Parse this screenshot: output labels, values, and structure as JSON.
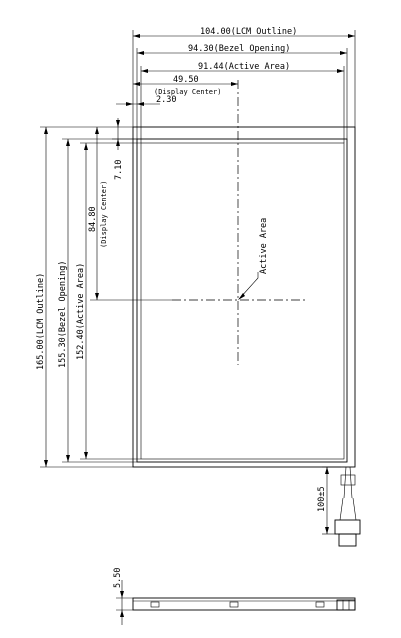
{
  "dimensions": {
    "lcm_outline_width": "104.00(LCM Outline)",
    "bezel_opening_width": "94.30(Bezel Opening)",
    "active_area_width": "91.44(Active Area)",
    "display_center_x": "49.50",
    "display_center_x_label": "(Display Center)",
    "left_offset": "2.30",
    "top_offset": "7.10",
    "display_center_y": "84.80",
    "display_center_y_label": "(Display Center)",
    "lcm_outline_height": "165.00(LCM Outline)",
    "bezel_opening_height": "155.30(Bezel Opening)",
    "active_area_height": "152.40(Active Area)",
    "active_area_callout": "Active Area",
    "cable_length": "100±5",
    "side_thickness": "5.50"
  }
}
